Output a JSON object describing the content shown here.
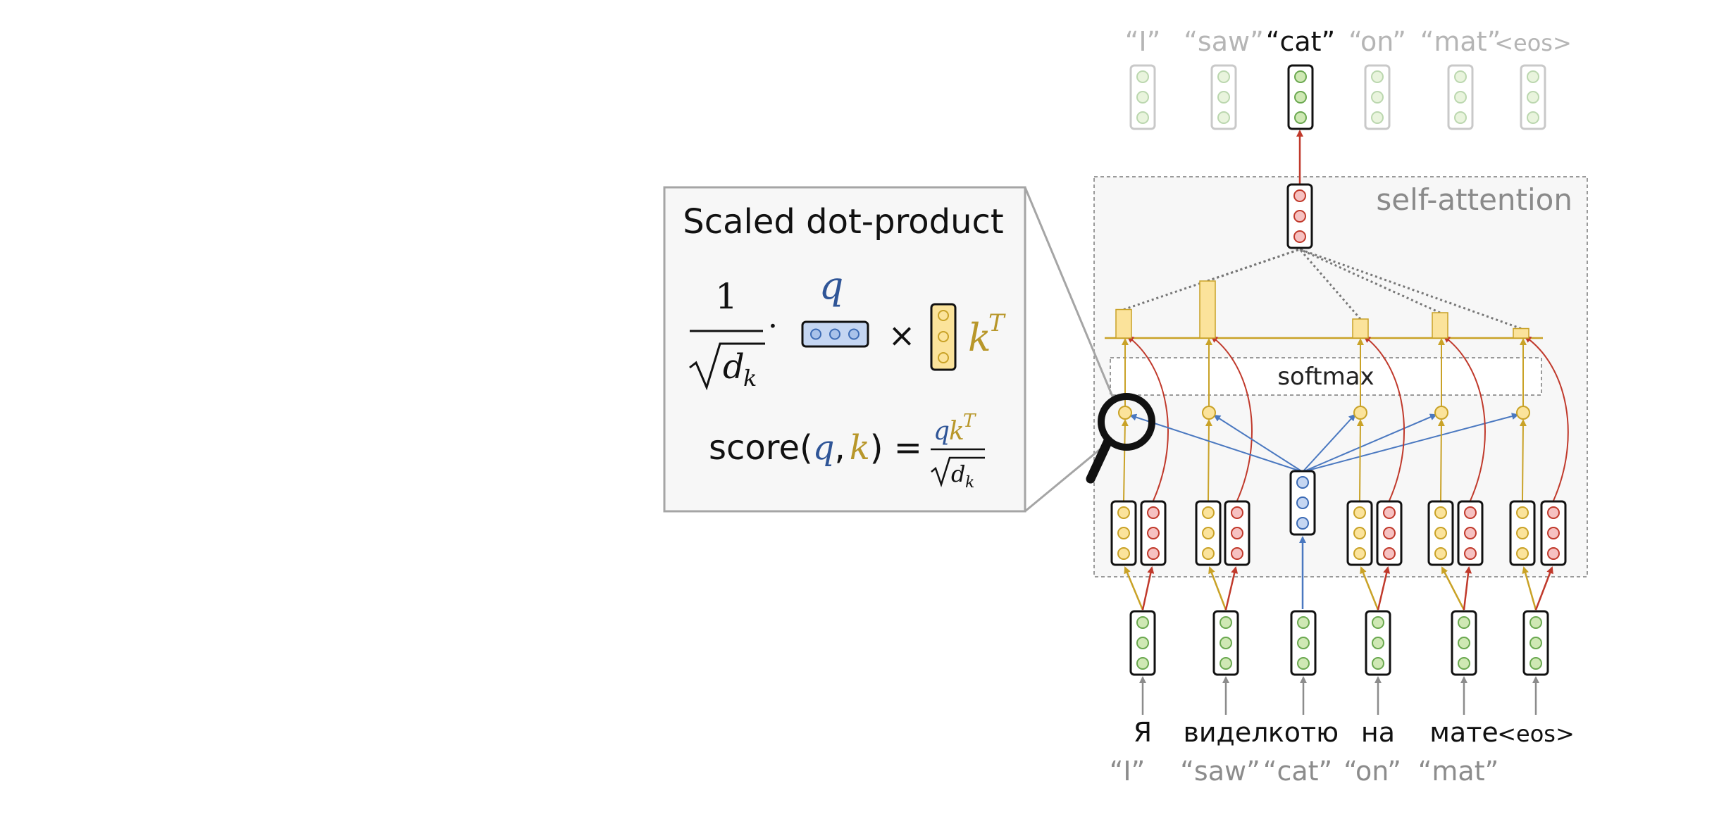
{
  "panel": {
    "title": "Scaled dot-product",
    "fraction_numerator": "1",
    "sqrt_symbol": "√",
    "dk_d": "d",
    "dk_k": "k",
    "dot_symbol": "·",
    "times_symbol": "×",
    "q_label": "q",
    "k_label": "k",
    "kT_superscript": "T",
    "score_prefix": "score(",
    "score_q": "q",
    "score_comma": ",",
    "score_k": "k",
    "score_suffix": ") =",
    "frac_q": "q",
    "frac_k": "k",
    "frac_T": "T",
    "frac_sqrt": "√",
    "frac_d": "d",
    "frac_dk": "k"
  },
  "attention": {
    "block_label": "self-attention",
    "softmax_label": "softmax",
    "weights": [
      0.45,
      0.9,
      0.3,
      0.4,
      0.15
    ],
    "query_index": 2
  },
  "outputs": [
    {
      "label": "“I”",
      "active": false
    },
    {
      "label": "“saw”",
      "active": false
    },
    {
      "label": "“cat”",
      "active": true
    },
    {
      "label": "“on”",
      "active": false
    },
    {
      "label": "“mat”",
      "active": false
    },
    {
      "label": "<eos>",
      "active": false
    }
  ],
  "inputs": [
    {
      "word": "Я",
      "translation": "“I”"
    },
    {
      "word": "видел",
      "translation": "“saw”"
    },
    {
      "word": "котю",
      "translation": "“cat”"
    },
    {
      "word": "на",
      "translation": "“on”"
    },
    {
      "word": "мате",
      "translation": "“mat”"
    },
    {
      "word": "<eos>",
      "translation": ""
    }
  ],
  "colors": {
    "green_fill": "#cfe8b4",
    "green_stroke": "#6aa84f",
    "yellow_fill": "#fbe39b",
    "yellow_stroke": "#c9a227",
    "red_fill": "#f6c1c1",
    "red_stroke": "#c0392b",
    "blue_fill": "#c5d6f2",
    "blue_stroke": "#3c6bb5",
    "key_text": "#b8972a",
    "query_text": "#2f5597",
    "arrow_red": "#c0392b",
    "arrow_gold": "#c9a227",
    "arrow_blue": "#4a78c0",
    "arrow_gray": "#8c8c8c"
  },
  "icons": {
    "magnifier": "magnifier-icon"
  }
}
